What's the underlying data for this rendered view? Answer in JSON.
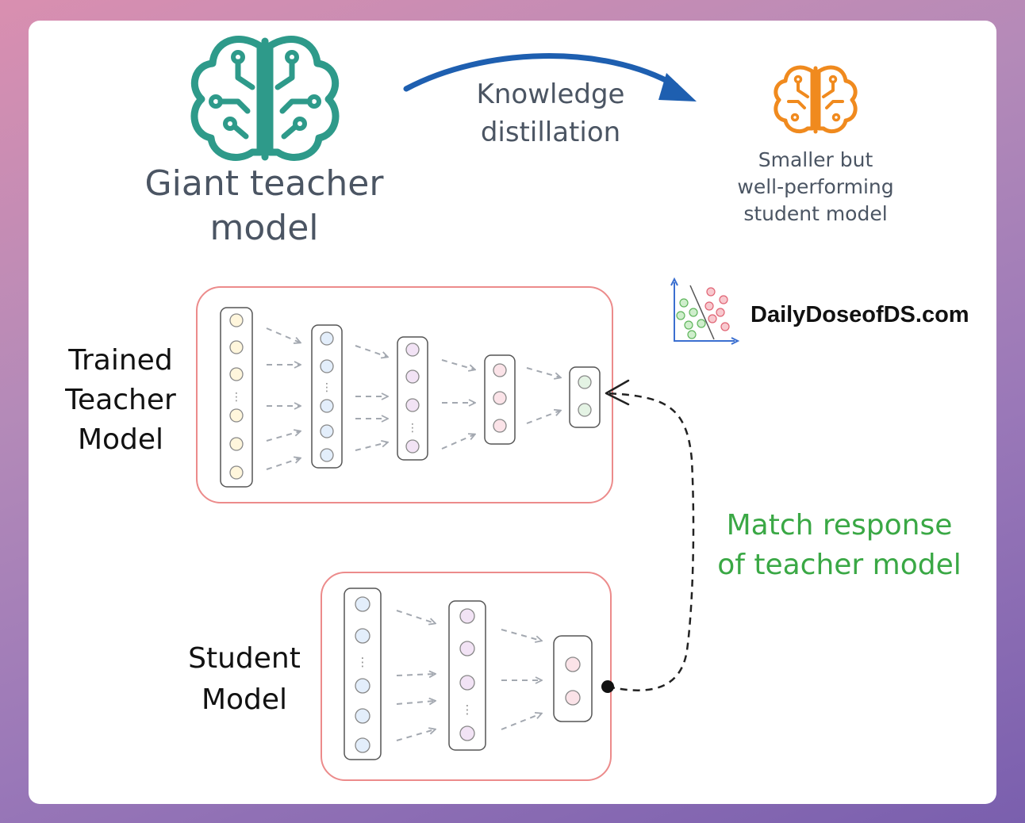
{
  "teacher_top": {
    "label_line1": "Giant teacher",
    "label_line2": "model"
  },
  "distillation": {
    "line1": "Knowledge",
    "line2": "distillation"
  },
  "student_top": {
    "line1": "Smaller but",
    "line2": "well-performing",
    "line3": "student model"
  },
  "teacher_block": {
    "line1": "Trained",
    "line2": "Teacher",
    "line3": "Model"
  },
  "student_block": {
    "line1": "Student",
    "line2": "Model"
  },
  "match": {
    "line1": "Match response",
    "line2": "of teacher model"
  },
  "brand": {
    "name": "DailyDoseofDS.com"
  },
  "colors": {
    "teal": "#2e9a8a",
    "orange": "#f08a1e",
    "blue_arrow": "#1e5fb0",
    "green_text": "#3aa845",
    "box_border": "#ec8b8b",
    "gray_arrow": "#a3a8b0",
    "node_yellow": "#fff6dc",
    "node_blue": "#e3eefb",
    "node_purple": "#f2e3f5",
    "node_pink": "#fbe3e8",
    "node_green": "#e4f3e4"
  }
}
